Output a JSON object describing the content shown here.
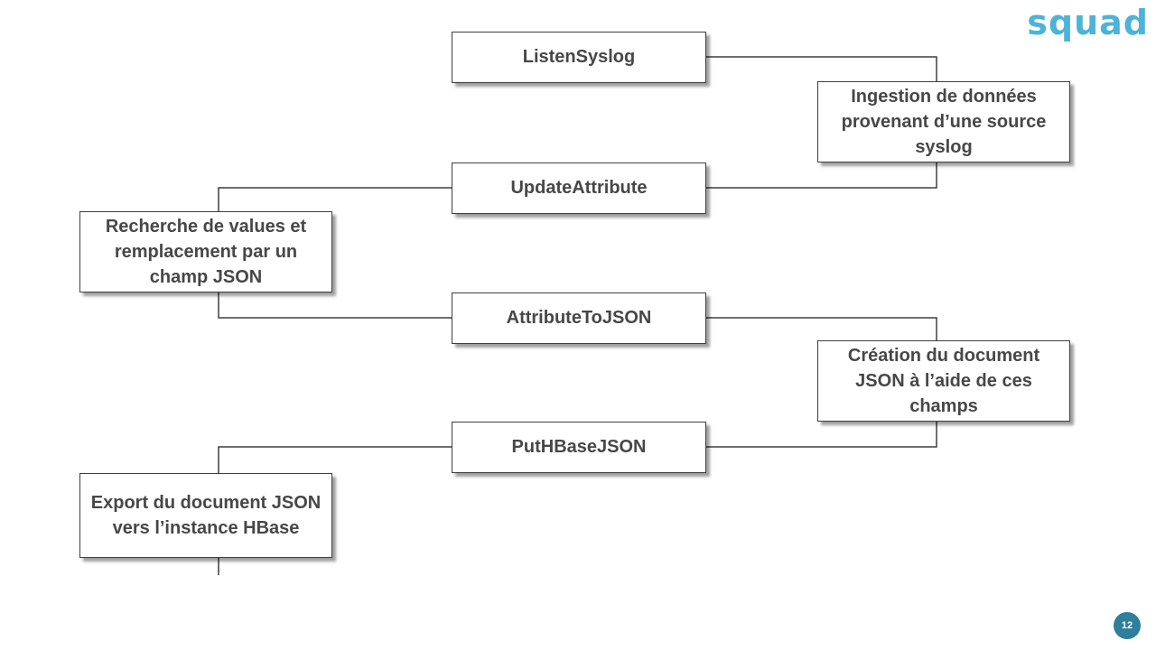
{
  "slide": {
    "logo": {
      "text": "squad",
      "color": "#4db3d8"
    },
    "page_badge": {
      "number": "12",
      "background": "#2e7e9c",
      "text_color": "#ffffff"
    },
    "colors": {
      "background": "#ffffff",
      "box_fill": "#ffffff",
      "box_border": "#3f3f3f",
      "box_text": "#474747",
      "connector": "#3f3f3f"
    }
  },
  "nodes": [
    {
      "label": "ListenSyslog"
    },
    {
      "label": "Ingestion de données provenant d’une source syslog"
    },
    {
      "label": "UpdateAttribute"
    },
    {
      "label": "Recherche de values et remplacement par un champ JSON"
    },
    {
      "label": "AttributeToJSON"
    },
    {
      "label": "Création du document JSON à l’aide de ces champs"
    },
    {
      "label": "PutHBaseJSON"
    },
    {
      "label": "Export du document JSON vers l’instance HBase"
    }
  ]
}
